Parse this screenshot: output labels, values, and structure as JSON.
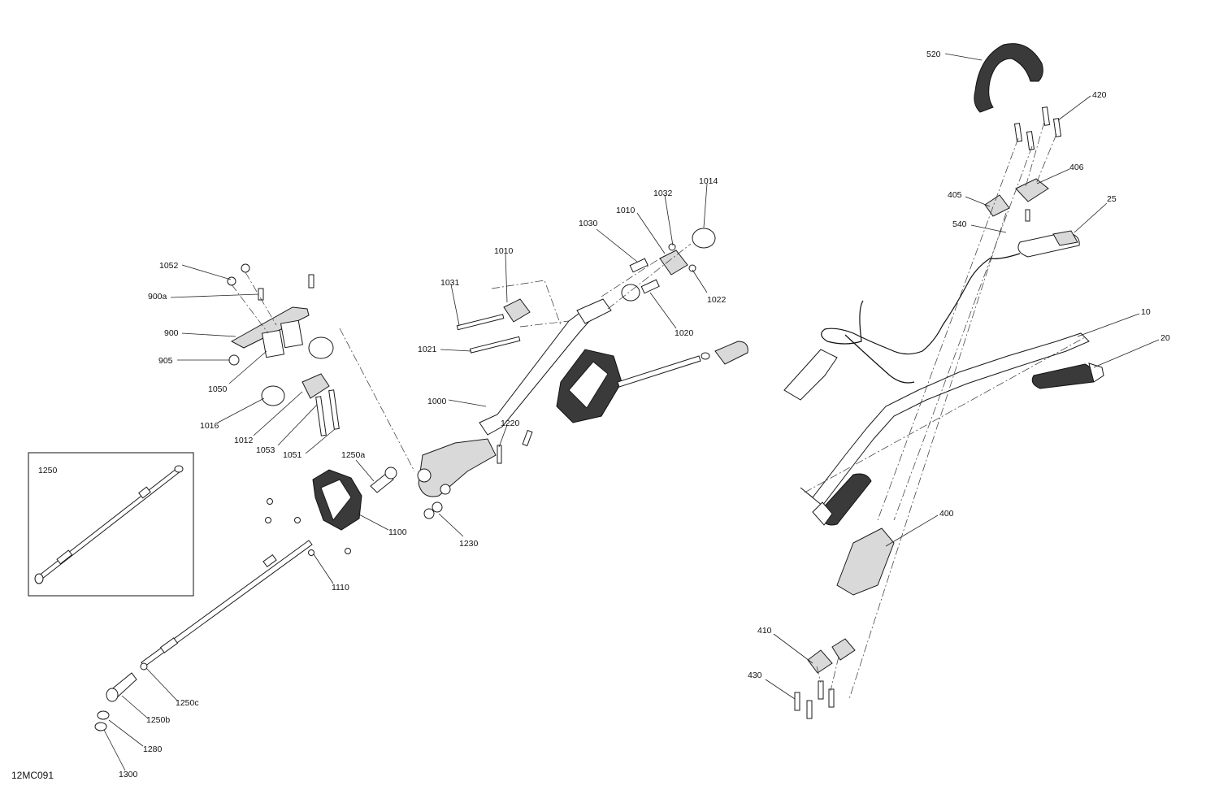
{
  "diagram": {
    "code": "12MC091",
    "inset_label": "1250",
    "callouts": {
      "c520": "520",
      "c420": "420",
      "c406": "406",
      "c405": "405",
      "c540": "540",
      "c25": "25",
      "c10": "10",
      "c20": "20",
      "c400": "400",
      "c410": "410",
      "c430": "430",
      "c1014": "1014",
      "c1032": "1032",
      "c1010a": "1010",
      "c1030": "1030",
      "c1010b": "1010",
      "c1031": "1031",
      "c1022": "1022",
      "c1020": "1020",
      "c1021": "1021",
      "c1000": "1000",
      "c1220": "1220",
      "c1230": "1230",
      "c1052": "1052",
      "c900a": "900a",
      "c900": "900",
      "c905": "905",
      "c1050": "1050",
      "c1016": "1016",
      "c1012": "1012",
      "c1053": "1053",
      "c1051": "1051",
      "c1250a": "1250a",
      "c1100": "1100",
      "c1110": "1110",
      "c1250c": "1250c",
      "c1250b": "1250b",
      "c1280": "1280",
      "c1300": "1300"
    }
  }
}
